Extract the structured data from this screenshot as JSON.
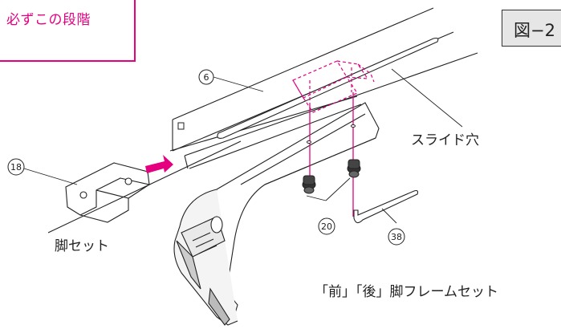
{
  "note_label": "必ずこの段階",
  "figure_label": "図−2",
  "parts": {
    "bar": "6",
    "bracket": "18",
    "bolts": "20",
    "wrench": "38"
  },
  "labels": {
    "slide_hole": "スライド穴",
    "leg_set": "脚セット",
    "leg_frame_set": "「前」「後」脚フレームセット"
  },
  "colors": {
    "accent": "#e4007f",
    "line": "#222222",
    "figure_bg": "#e6e6e6"
  }
}
